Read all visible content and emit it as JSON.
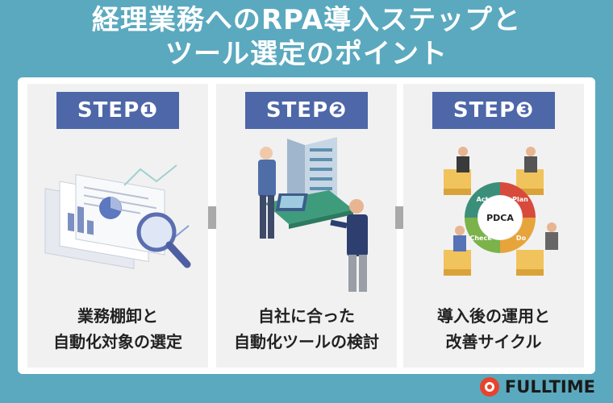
{
  "title": {
    "line1": "経理業務へのRPA導入ステップと",
    "line2": "ツール選定のポイント"
  },
  "steps": [
    {
      "label": "STEP❶",
      "caption_line1": "業務棚卸と",
      "caption_line2": "自動化対象の選定",
      "icon": "documents-magnifier-illustration"
    },
    {
      "label": "STEP❷",
      "caption_line1": "自社に合った",
      "caption_line2": "自動化ツールの検討",
      "icon": "businessmen-server-illustration"
    },
    {
      "label": "STEP❸",
      "caption_line1": "導入後の運用と",
      "caption_line2": "改善サイクル",
      "icon": "pdca-cycle-illustration"
    }
  ],
  "pdca": {
    "center": "PDCA",
    "plan": "Plan",
    "do": "Do",
    "check": "Check",
    "act": "Act"
  },
  "logo": {
    "text": "FULLTIME",
    "icon": "fulltime-logo-icon"
  },
  "colors": {
    "background": "#5ba9bf",
    "step_label": "#4d67a8",
    "panel": "#f1f1f1",
    "arrow": "#a9a9a9"
  }
}
